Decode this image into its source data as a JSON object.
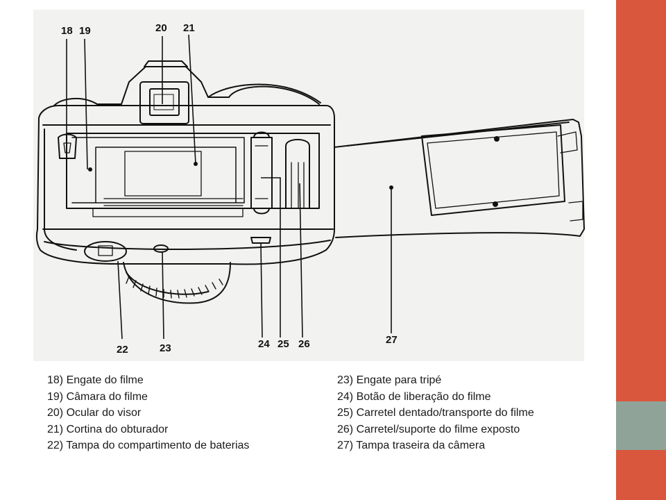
{
  "diagram": {
    "callouts": [
      "18",
      "19",
      "20",
      "21",
      "22",
      "23",
      "24",
      "25",
      "26",
      "27"
    ]
  },
  "legend_left": [
    "18) Engate do filme",
    "19) Câmara do filme",
    "20) Ocular do visor",
    "21) Cortina do obturador",
    "22) Tampa do compartimento de baterias"
  ],
  "legend_right": [
    "23) Engate para tripé",
    "24) Botão de liberação do filme",
    "25) Carretel dentado/transporte do filme",
    "26) Carretel/suporte do filme exposto",
    "27) Tampa traseira da câmera"
  ],
  "colors": {
    "accent_red": "#d9573d",
    "accent_gray_green": "#8fa398"
  }
}
